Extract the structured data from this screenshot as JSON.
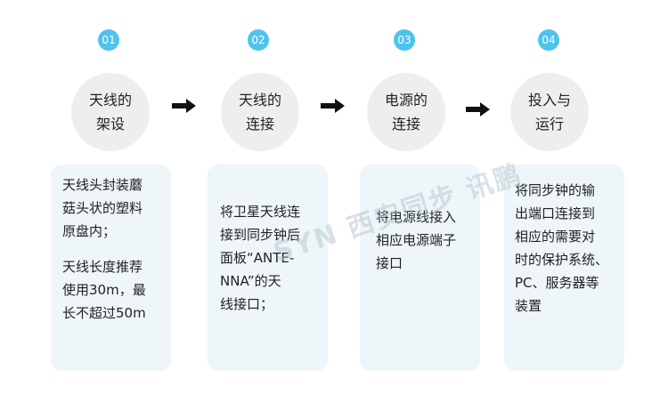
{
  "steps": [
    {
      "number": "01",
      "title_line1": "天线的",
      "title_line2": "架设",
      "desc_paragraphs": [
        [
          "天线头封装蘑",
          "菇头状的塑料",
          "原盘内；"
        ],
        [
          "天线长度推荐",
          "使用30m，最",
          "长不超过50m"
        ]
      ]
    },
    {
      "number": "02",
      "title_line1": "天线的",
      "title_line2": "连接",
      "desc_paragraphs": [
        [
          "将卫星天线连",
          "接到同步钟后",
          "面板“ANTE-",
          "NNA”的天",
          "线接口；"
        ]
      ]
    },
    {
      "number": "03",
      "title_line1": "电源的",
      "title_line2": "连接",
      "desc_paragraphs": [
        [
          "将电源线接入",
          "相应电源端子",
          "接口"
        ]
      ]
    },
    {
      "number": "04",
      "title_line1": "投入与",
      "title_line2": "运行",
      "desc_paragraphs": [
        [
          "将同步钟的输",
          "出端口连接到",
          "相应的需要对",
          "时的保护系统、",
          "PC、服务器等",
          "装置"
        ]
      ]
    }
  ],
  "colors": {
    "badge": "#4ec3ec",
    "circle": "#eeeeee",
    "card": "#eef6f9",
    "arrow": "#111111"
  },
  "watermark": "SYN 西安同步 讯鹏"
}
